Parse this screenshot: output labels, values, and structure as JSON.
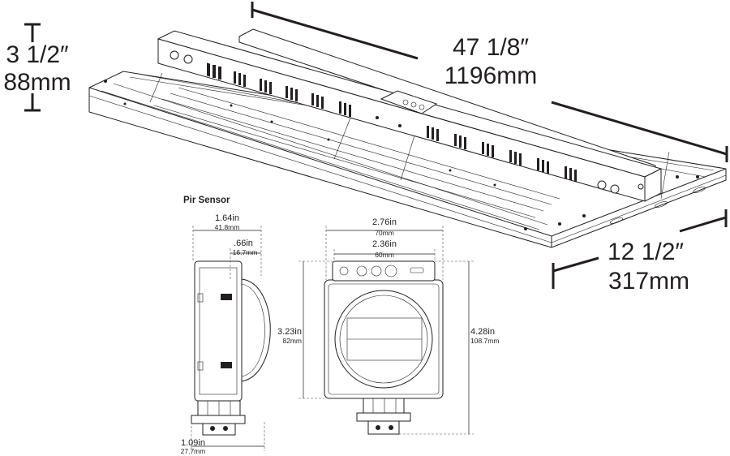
{
  "fixture": {
    "length_in": "47 1/8″",
    "length_mm": "1196mm",
    "height_in": "3 1/2″",
    "height_mm": "88mm",
    "width_in": "12 1/2″",
    "width_mm": "317mm"
  },
  "sensor": {
    "title": "Pir Sensor",
    "side_width_in": "1.64in",
    "side_width_mm": "41.8mm",
    "lens_depth_in": ".66in",
    "lens_depth_mm": "16.7mm",
    "base_width_in": "1.09in",
    "base_width_mm": "27.7mm",
    "front_width_in": "2.76in",
    "front_width_mm": "70mm",
    "inner_width_in": "2.36in",
    "inner_width_mm": "60mm",
    "body_height_in": "3.23in",
    "body_height_mm": "82mm",
    "total_height_in": "4.28in",
    "total_height_mm": "108.7mm"
  }
}
